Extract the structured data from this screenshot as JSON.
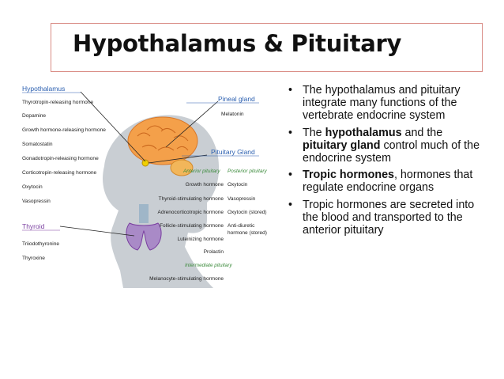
{
  "slide": {
    "title": "Hypothalamus & Pituitary"
  },
  "diagram": {
    "hypothalamus_heading": "Hypothalamus",
    "hypothalamus_hormones": [
      "Thyrotropin-releasing hormone",
      "Dopamine",
      "Growth hormone-releasing hormone",
      "Somatostatin",
      "Gonadotropin-releasing hormone",
      "Corticotropin-releasing hormone",
      "Oxytocin",
      "Vasopressin"
    ],
    "thyroid_heading": "Thyroid",
    "thyroid_hormones": [
      "Triiodothyronine",
      "Thyroxine"
    ],
    "pineal_heading": "Pineal gland",
    "pineal_hormone": "Melatonin",
    "pituitary_heading": "Pituitary Gland",
    "anterior_heading": "Anterior pituitary",
    "posterior_heading": "Posterior pituitary",
    "anterior_hormones": [
      "Growth hormone",
      "Thyroid-stimulating hormone",
      "Adrenocorticotropic hormone",
      "Follicle-stimulating hormone",
      "Luteinizing hormone",
      "Prolactin"
    ],
    "posterior_hormones": [
      "Oxytocin",
      "Vasopressin",
      "Oxytocin (stored)",
      "Anti-diuretic",
      "hormone (stored)"
    ],
    "intermediate_heading": "Intermediate pituitary",
    "intermediate_hormone": "Melanocyte-stimulating hormone",
    "colors": {
      "heading_blue": "#2b5fb0",
      "thyroid_purple": "#7a3fa0",
      "pituitary_green": "#3a8a3a",
      "brain_orange": "#f4a04a",
      "head_silhouette": "#c9ced3"
    }
  },
  "bullets": [
    {
      "segments": [
        {
          "text": "The hypothalamus and pituitary integrate many functions of the vertebrate endocrine system",
          "bold": false
        }
      ]
    },
    {
      "segments": [
        {
          "text": "The ",
          "bold": false
        },
        {
          "text": "hypothalamus",
          "bold": true
        },
        {
          "text": " and the ",
          "bold": false
        },
        {
          "text": "pituitary gland",
          "bold": true
        },
        {
          "text": " control much of the endocrine system",
          "bold": false
        }
      ]
    },
    {
      "segments": [
        {
          "text": "Tropic hormones",
          "bold": true
        },
        {
          "text": ", hormones that regulate endocrine organs",
          "bold": false
        }
      ]
    },
    {
      "segments": [
        {
          "text": "Tropic hormones are secreted into the blood and transported to the anterior pituitary",
          "bold": false
        }
      ]
    }
  ],
  "bullet_symbol": "•"
}
